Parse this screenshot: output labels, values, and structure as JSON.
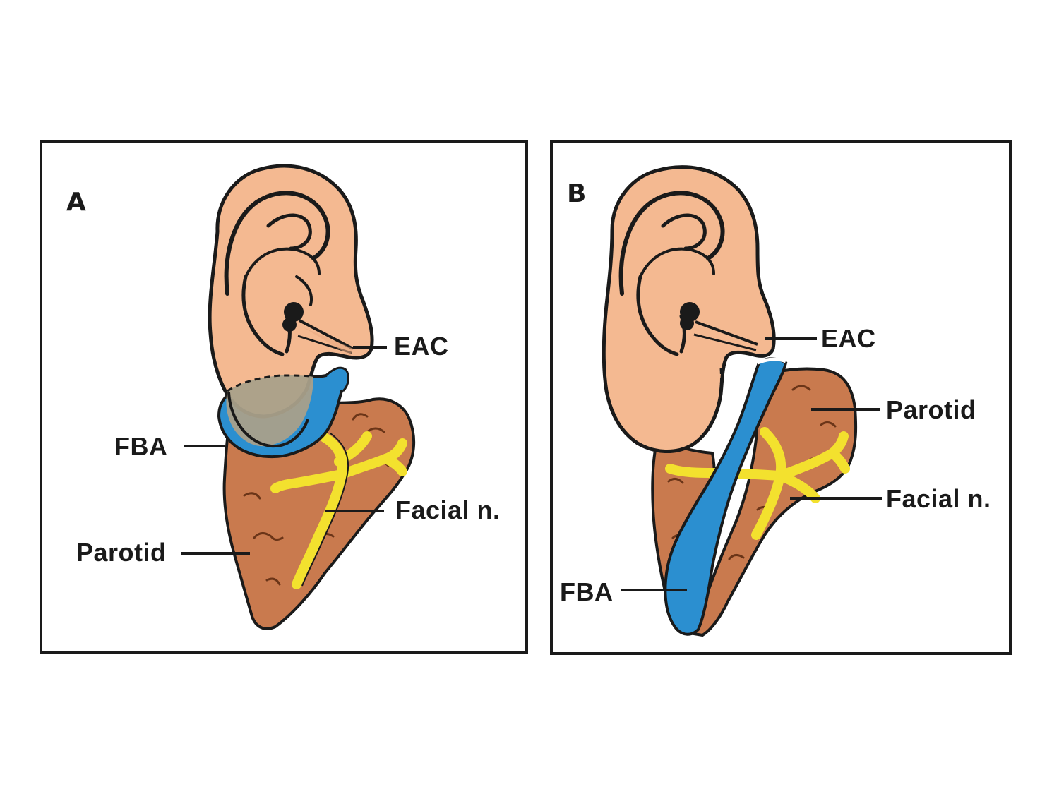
{
  "panels": [
    {
      "letter": "A",
      "labels": {
        "eac": "EAC",
        "fba": "FBA",
        "facial": "Facial n.",
        "parotid": "Parotid"
      }
    },
    {
      "letter": "B",
      "labels": {
        "eac": "EAC",
        "parotid": "Parotid",
        "facial": "Facial n.",
        "fba": "FBA"
      }
    }
  ],
  "colors": {
    "skin": "#f4b991",
    "parotid": "#c97a4e",
    "fba": "#2b8fd0",
    "nerve": "#f3e12e",
    "outline": "#1a1a1a",
    "overlap": "#a9a08a"
  }
}
